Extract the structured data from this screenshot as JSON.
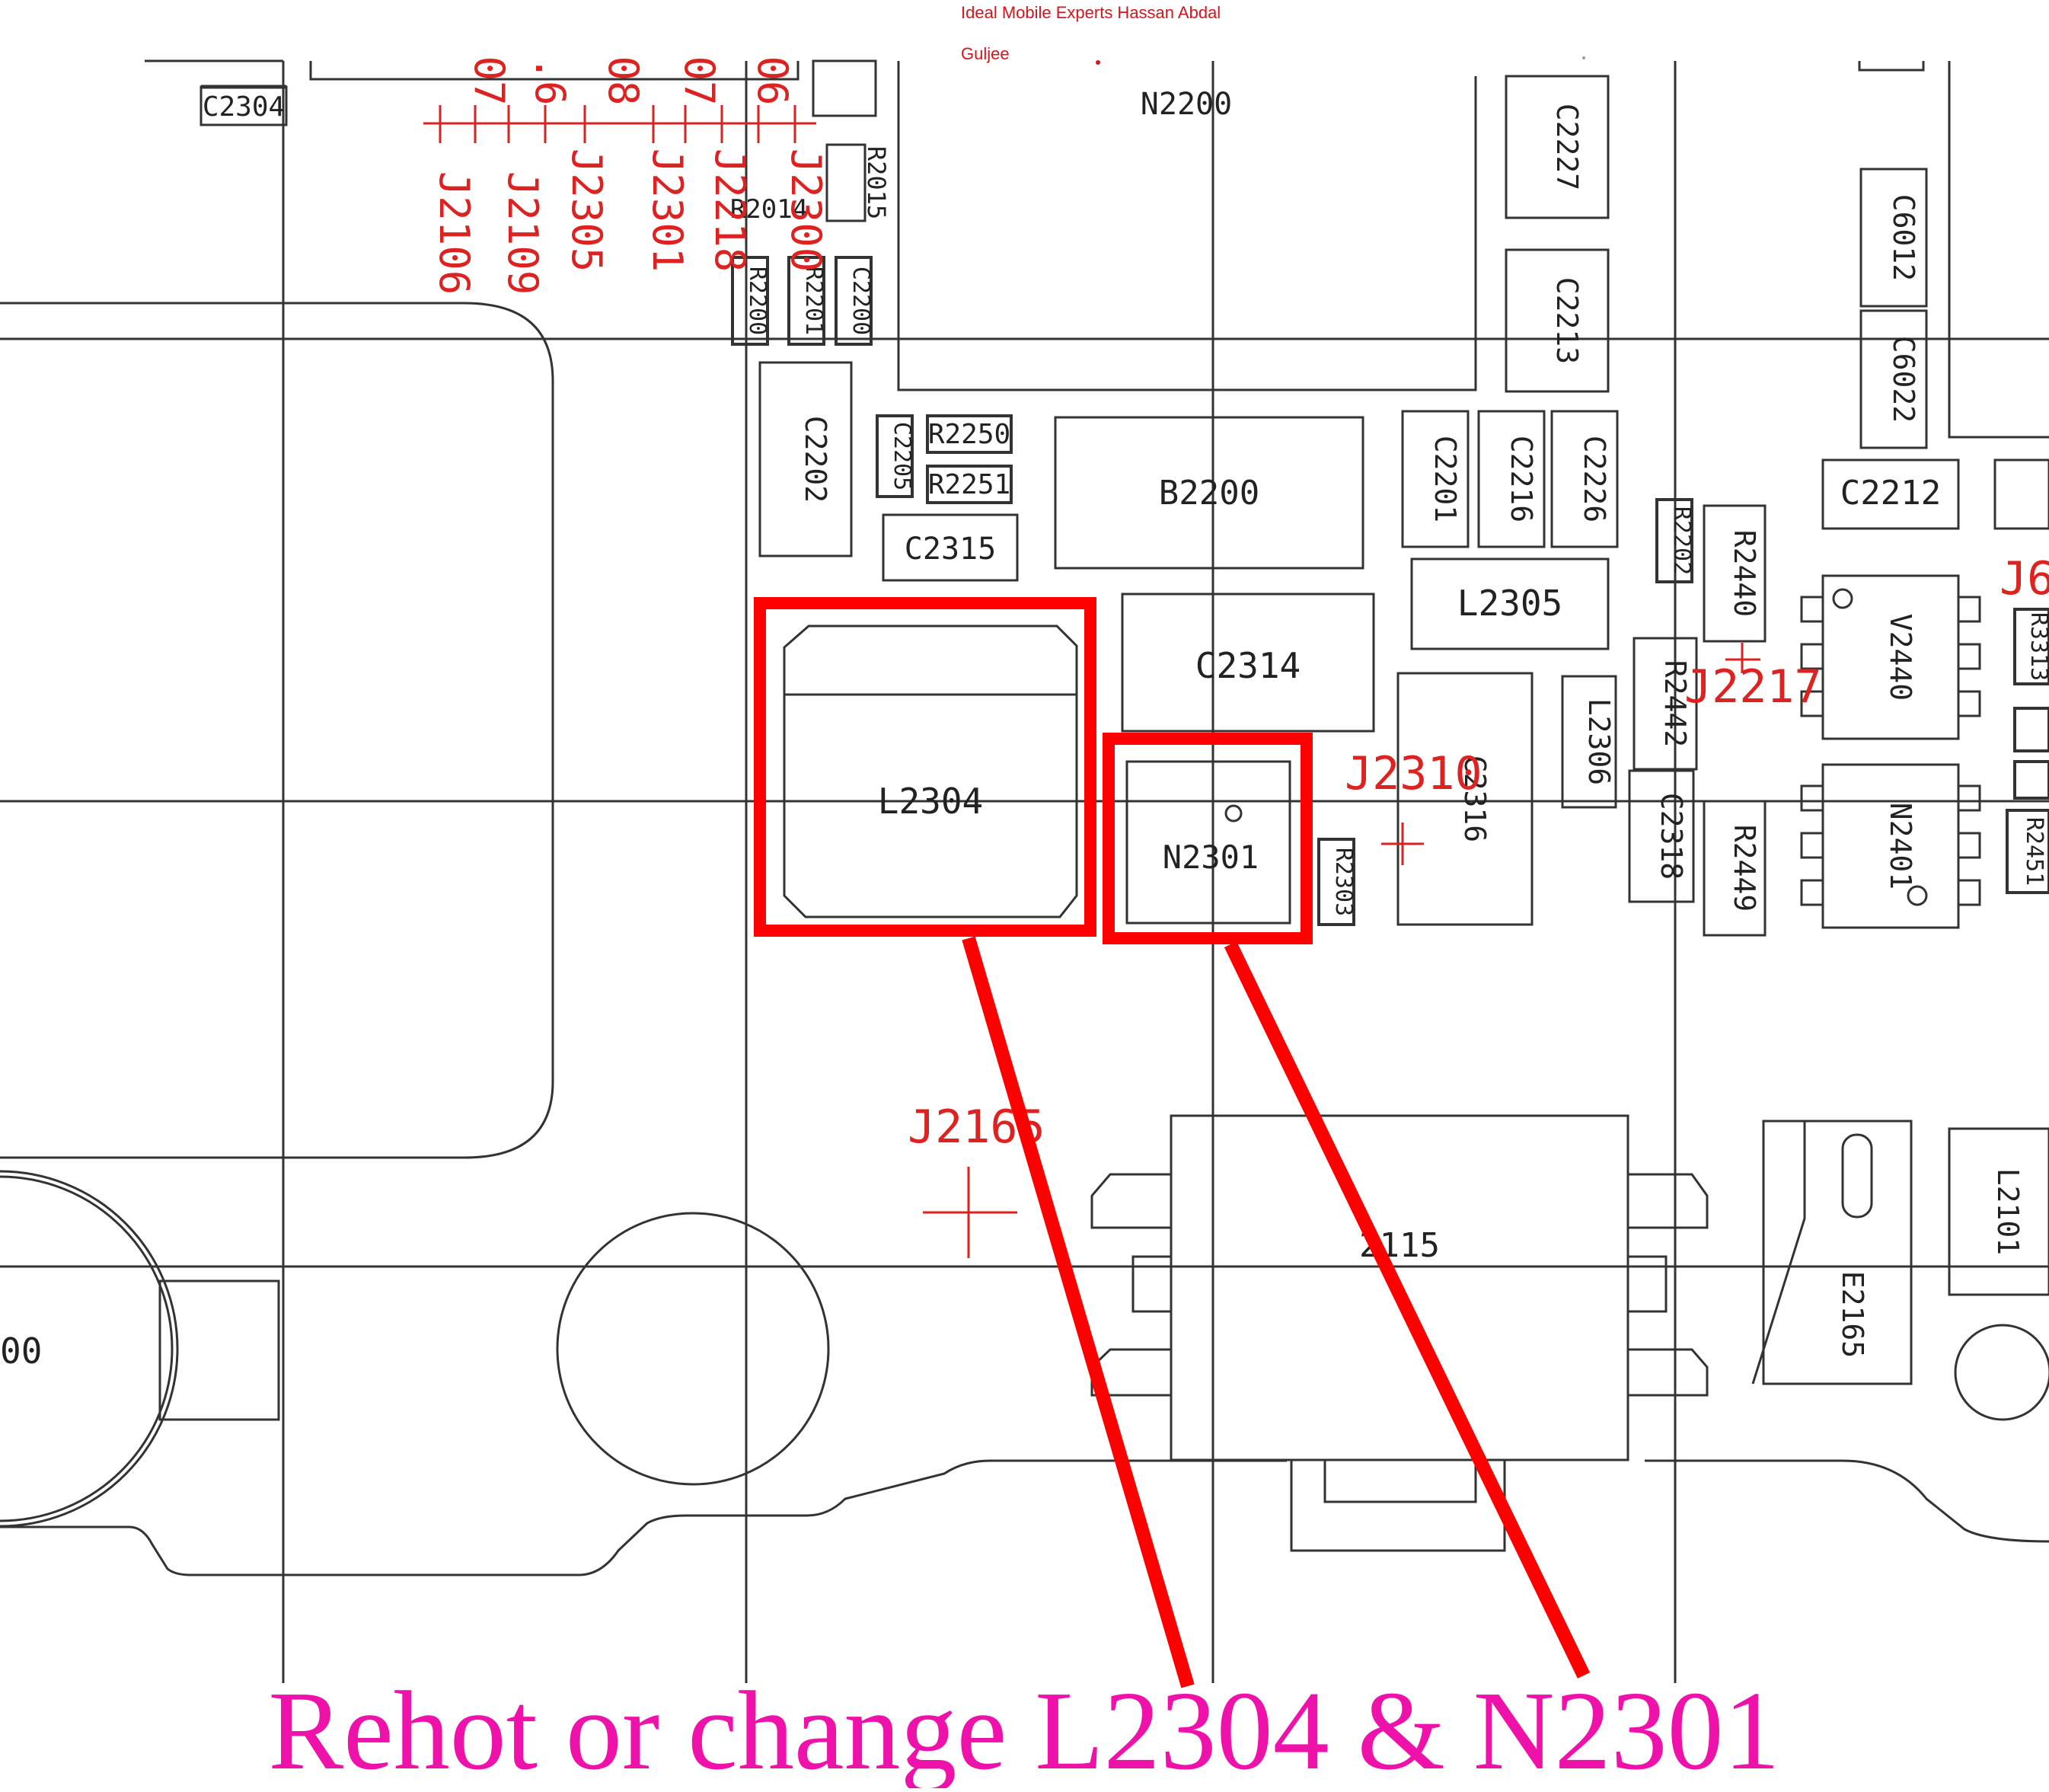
{
  "header": {
    "line1": "Ideal Mobile Experts Hassan Abdal",
    "line2": "Guljee"
  },
  "instruction": "Rehot or change L2304 & N2301",
  "colors": {
    "trace": "#333333",
    "highlight": "#ff0000",
    "marker": "#dd2222",
    "instruction": "#ee11aa"
  },
  "components": {
    "C2304": "C2304",
    "N2200": "N2200",
    "R2015": "R2015",
    "R2014": "R2014",
    "R2200": "R2200",
    "R2201": "R2201",
    "C2200": "C2200",
    "C2227": "C2227",
    "C2213": "C2213",
    "C6012": "C6012",
    "C6022": "C6022",
    "C2202": "C2202",
    "C2205": "C2205",
    "R2250": "R2250",
    "R2251": "R2251",
    "C2315": "C2315",
    "B2200": "B2200",
    "C2201": "C2201",
    "C2216": "C2216",
    "C2226": "C2226",
    "C2212": "C2212",
    "R2202": "R2202",
    "R2440": "R2440",
    "V2440": "V2440",
    "L2305": "L2305",
    "C2314": "C2314",
    "L2304": "L2304",
    "N2301": "N2301",
    "R2303": "R2303",
    "C2316": "C2316",
    "L2306": "L2306",
    "R2442": "R2442",
    "C2318": "C2318",
    "R2449": "R2449",
    "N2401": "N2401",
    "R3313": "R3313",
    "R2451": "R2451",
    "L2101": "L2101",
    "E2165": "E2165",
    "bottom_left_partial": "00",
    "large_part_partial": "2115"
  },
  "markers": {
    "J2106": "J2106",
    "J2109": "J2109",
    "J2305": "J2305",
    "J2301": "J2301",
    "J2218": "J2218",
    "J2300": "J2300",
    "top_07": "07",
    "top_06": ".6",
    "top_08": "08",
    "top_07b": "07",
    "top_06b": "06",
    "J2217": "J2217",
    "J2310": "J2310",
    "J2165": "J2165",
    "J6_partial": "J6"
  }
}
